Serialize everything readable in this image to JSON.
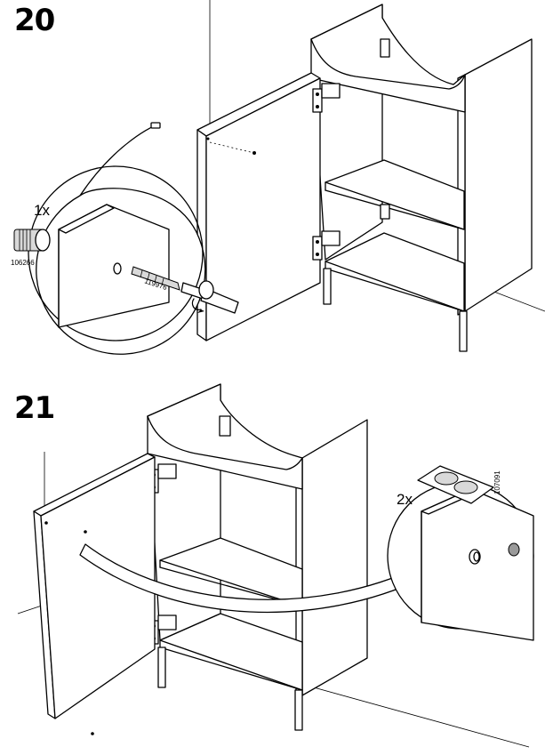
{
  "steps": [
    {
      "number": "20",
      "hardware": [
        {
          "quantity": "1x",
          "part_code": "106266"
        },
        {
          "quantity": "",
          "part_code": "119976"
        }
      ]
    },
    {
      "number": "21",
      "hardware": [
        {
          "quantity": "2x",
          "part_code": "107091"
        }
      ]
    }
  ]
}
